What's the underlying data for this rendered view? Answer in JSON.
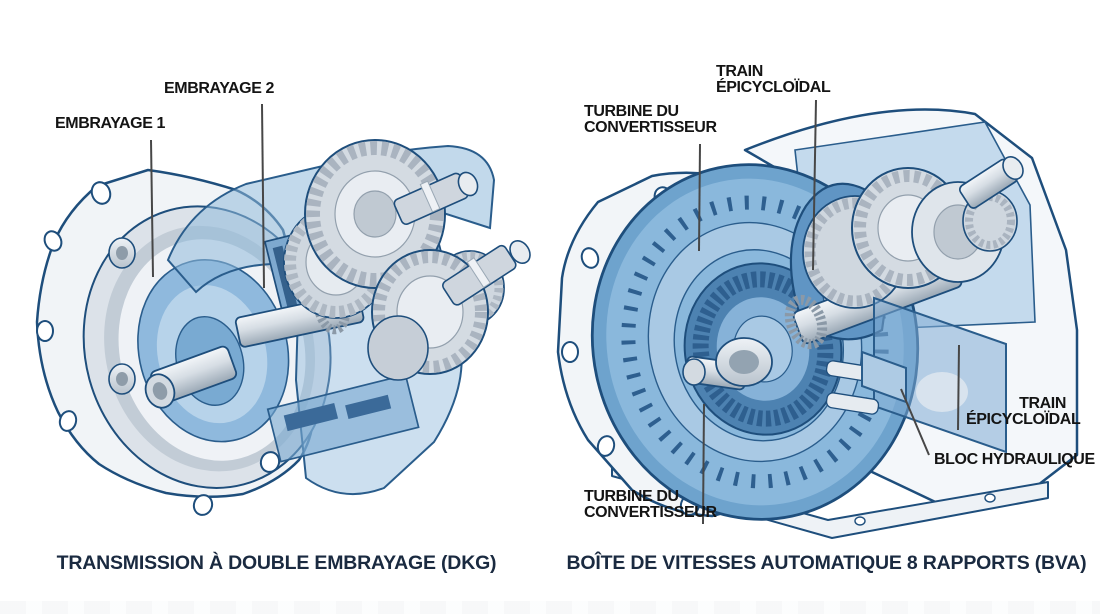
{
  "figure": {
    "left": {
      "caption": "TRANSMISSION À DOUBLE EMBRAYAGE (DKG)",
      "labels": {
        "embrayage1": "EMBRAYAGE 1",
        "embrayage2": "EMBRAYAGE 2"
      }
    },
    "right": {
      "caption": "BOÎTE DE VITESSES AUTOMATIQUE 8 RAPPORTS (BVA)",
      "labels": {
        "turbine_top": "TURBINE DU\nCONVERTISSEUR",
        "train_top": "TRAIN\nÉPICYCLOÏDAL",
        "train_right": "TRAIN\nÉPICYCLOÏDAL",
        "bloc_hydraulique": "BLOC HYDRAULIQUE",
        "turbine_bottom": "TURBINE DU\nCONVERTISSEUR"
      }
    },
    "colors": {
      "outline_blue": "#1e4e7c",
      "mid_blue": "#7fafd6",
      "light_blue": "#b6d2e8",
      "deep_blue": "#4a7fae",
      "metal_light": "#eef1f5",
      "metal_mid": "#ccd4dc",
      "label_text": "#141414",
      "caption_text": "#1a2a40",
      "leader_line": "#474747"
    }
  }
}
